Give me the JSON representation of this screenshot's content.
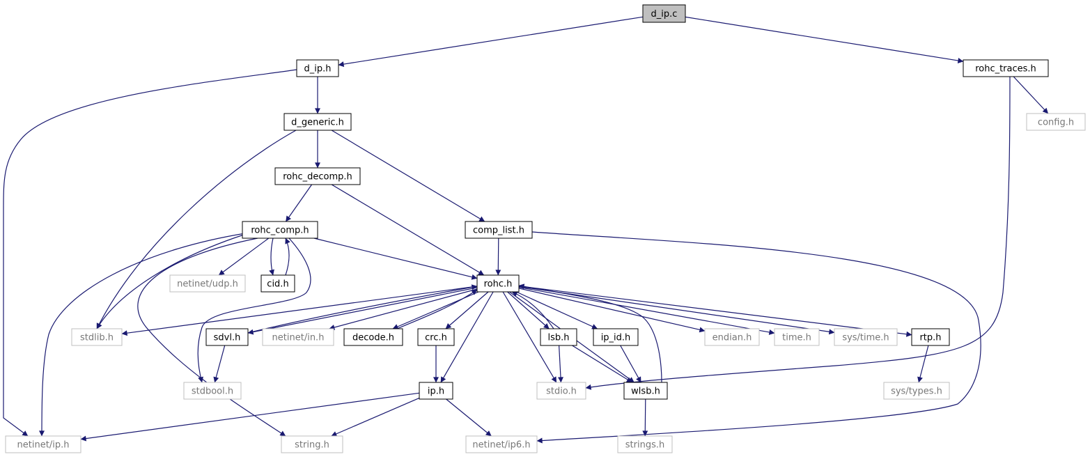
{
  "graph": {
    "root": "d_ip.c",
    "nodes": [
      {
        "id": "d_ip_c",
        "label": "d_ip.c",
        "kind": "root"
      },
      {
        "id": "d_ip_h",
        "label": "d_ip.h",
        "kind": "documented"
      },
      {
        "id": "rohc_traces_h",
        "label": "rohc_traces.h",
        "kind": "documented"
      },
      {
        "id": "d_generic_h",
        "label": "d_generic.h",
        "kind": "documented"
      },
      {
        "id": "config_h",
        "label": "config.h",
        "kind": "external"
      },
      {
        "id": "rohc_decomp_h",
        "label": "rohc_decomp.h",
        "kind": "documented"
      },
      {
        "id": "rohc_comp_h",
        "label": "rohc_comp.h",
        "kind": "documented"
      },
      {
        "id": "comp_list_h",
        "label": "comp_list.h",
        "kind": "documented"
      },
      {
        "id": "netinet_udp_h",
        "label": "netinet/udp.h",
        "kind": "external"
      },
      {
        "id": "cid_h",
        "label": "cid.h",
        "kind": "documented"
      },
      {
        "id": "rohc_h",
        "label": "rohc.h",
        "kind": "documented"
      },
      {
        "id": "stdlib_h",
        "label": "stdlib.h",
        "kind": "external"
      },
      {
        "id": "sdvl_h",
        "label": "sdvl.h",
        "kind": "documented"
      },
      {
        "id": "netinet_in_h",
        "label": "netinet/in.h",
        "kind": "external"
      },
      {
        "id": "decode_h",
        "label": "decode.h",
        "kind": "documented"
      },
      {
        "id": "crc_h",
        "label": "crc.h",
        "kind": "documented"
      },
      {
        "id": "lsb_h",
        "label": "lsb.h",
        "kind": "documented"
      },
      {
        "id": "ip_id_h",
        "label": "ip_id.h",
        "kind": "documented"
      },
      {
        "id": "endian_h",
        "label": "endian.h",
        "kind": "external"
      },
      {
        "id": "time_h",
        "label": "time.h",
        "kind": "external"
      },
      {
        "id": "sys_time_h",
        "label": "sys/time.h",
        "kind": "external"
      },
      {
        "id": "rtp_h",
        "label": "rtp.h",
        "kind": "documented"
      },
      {
        "id": "stdbool_h",
        "label": "stdbool.h",
        "kind": "external"
      },
      {
        "id": "ip_h",
        "label": "ip.h",
        "kind": "documented"
      },
      {
        "id": "stdio_h",
        "label": "stdio.h",
        "kind": "external"
      },
      {
        "id": "wlsb_h",
        "label": "wlsb.h",
        "kind": "documented"
      },
      {
        "id": "sys_types_h",
        "label": "sys/types.h",
        "kind": "external"
      },
      {
        "id": "netinet_ip_h",
        "label": "netinet/ip.h",
        "kind": "external"
      },
      {
        "id": "string_h",
        "label": "string.h",
        "kind": "external"
      },
      {
        "id": "netinet_ip6_h",
        "label": "netinet/ip6.h",
        "kind": "external"
      },
      {
        "id": "strings_h",
        "label": "strings.h",
        "kind": "external"
      }
    ],
    "edges": [
      [
        "d_ip_c",
        "d_ip_h"
      ],
      [
        "d_ip_c",
        "rohc_traces_h"
      ],
      [
        "rohc_traces_h",
        "config_h"
      ],
      [
        "rohc_traces_h",
        "stdio_h"
      ],
      [
        "d_ip_h",
        "d_generic_h"
      ],
      [
        "d_ip_h",
        "netinet_ip_h"
      ],
      [
        "d_generic_h",
        "rohc_decomp_h"
      ],
      [
        "d_generic_h",
        "comp_list_h"
      ],
      [
        "d_generic_h",
        "stdlib_h"
      ],
      [
        "rohc_decomp_h",
        "rohc_comp_h"
      ],
      [
        "rohc_decomp_h",
        "rohc_h"
      ],
      [
        "comp_list_h",
        "rohc_h"
      ],
      [
        "comp_list_h",
        "netinet_ip6_h"
      ],
      [
        "rohc_comp_h",
        "netinet_udp_h"
      ],
      [
        "rohc_comp_h",
        "cid_h"
      ],
      [
        "rohc_comp_h",
        "rohc_h"
      ],
      [
        "rohc_comp_h",
        "stdlib_h"
      ],
      [
        "rohc_comp_h",
        "netinet_ip_h"
      ],
      [
        "rohc_comp_h",
        "string_h"
      ],
      [
        "rohc_comp_h",
        "stdbool_h"
      ],
      [
        "cid_h",
        "rohc_comp_h"
      ],
      [
        "rohc_h",
        "stdlib_h"
      ],
      [
        "rohc_h",
        "sdvl_h"
      ],
      [
        "rohc_h",
        "netinet_in_h"
      ],
      [
        "rohc_h",
        "decode_h"
      ],
      [
        "rohc_h",
        "crc_h"
      ],
      [
        "rohc_h",
        "lsb_h"
      ],
      [
        "rohc_h",
        "ip_id_h"
      ],
      [
        "rohc_h",
        "endian_h"
      ],
      [
        "rohc_h",
        "time_h"
      ],
      [
        "rohc_h",
        "sys_time_h"
      ],
      [
        "rohc_h",
        "rtp_h"
      ],
      [
        "rohc_h",
        "ip_h"
      ],
      [
        "rohc_h",
        "stdio_h"
      ],
      [
        "rohc_h",
        "wlsb_h"
      ],
      [
        "sdvl_h",
        "rohc_h"
      ],
      [
        "sdvl_h",
        "stdbool_h"
      ],
      [
        "decode_h",
        "rohc_h"
      ],
      [
        "lsb_h",
        "rohc_h"
      ],
      [
        "lsb_h",
        "stdio_h"
      ],
      [
        "lsb_h",
        "wlsb_h"
      ],
      [
        "ip_id_h",
        "wlsb_h"
      ],
      [
        "wlsb_h",
        "rohc_h"
      ],
      [
        "wlsb_h",
        "strings_h"
      ],
      [
        "crc_h",
        "ip_h"
      ],
      [
        "rtp_h",
        "sys_types_h"
      ],
      [
        "ip_h",
        "netinet_ip_h"
      ],
      [
        "ip_h",
        "string_h"
      ],
      [
        "ip_h",
        "netinet_ip6_h"
      ]
    ]
  },
  "colors": {
    "edge": "#191970",
    "root_fill": "#bfbfbf",
    "documented_border": "#000000",
    "external_border": "#bfbfbf",
    "external_text": "#777777"
  }
}
